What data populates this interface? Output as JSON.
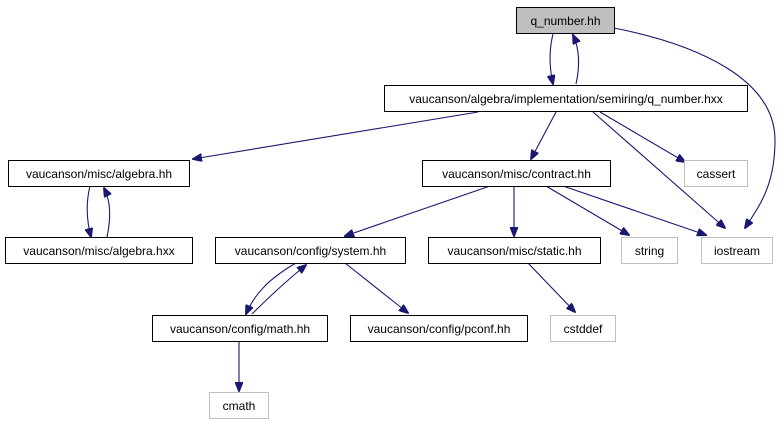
{
  "nodes": {
    "q_number_hh": "q_number.hh",
    "q_number_hxx": "vaucanson/algebra/implementation/semiring/q_number.hxx",
    "algebra_hh": "vaucanson/misc/algebra.hh",
    "algebra_hxx": "vaucanson/misc/algebra.hxx",
    "contract_hh": "vaucanson/misc/contract.hh",
    "cassert": "cassert",
    "system_hh": "vaucanson/config/system.hh",
    "static_hh": "vaucanson/misc/static.hh",
    "string": "string",
    "iostream": "iostream",
    "math_hh": "vaucanson/config/math.hh",
    "pconf_hh": "vaucanson/config/pconf.hh",
    "cstddef": "cstddef",
    "cmath": "cmath"
  },
  "colors": {
    "edge": "#191970",
    "current_fill": "#bfbfbf",
    "external_border": "#bfbfbf"
  }
}
